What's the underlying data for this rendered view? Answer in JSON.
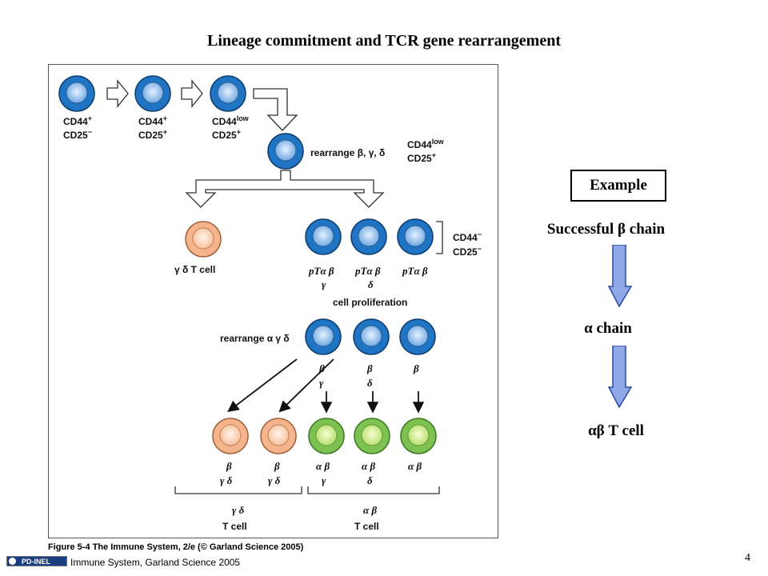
{
  "slide": {
    "title": "Lineage commitment and TCR gene rearrangement",
    "page_number": "4",
    "source": "Immune System, Garland Science 2005",
    "badge": "PD-INEL"
  },
  "figure": {
    "caption": "Figure 5-4  The Immune System, 2/e (© Garland Science 2005)",
    "stage_labels": [
      {
        "l1": "CD44",
        "s1": "+",
        "l2": "CD25",
        "s2": "−"
      },
      {
        "l1": "CD44",
        "s1": "+",
        "l2": "CD25",
        "s2": "+"
      },
      {
        "l1": "CD44",
        "s1": "low",
        "l2": "CD25",
        "s2": "+"
      }
    ],
    "rearrange_1": "rearrange β, γ, δ",
    "rearrange_1_marker": {
      "l1": "CD44",
      "s1": "low",
      "l2": "CD25",
      "s2": "+"
    },
    "gd_tcell_label": "γ δ T cell",
    "pta_labels": [
      {
        "main": "pTα β",
        "sub": "γ"
      },
      {
        "main": "pTα β",
        "sub": "δ"
      },
      {
        "main": "pTα β",
        "sub": ""
      }
    ],
    "bracket_marker": {
      "l1": "CD44",
      "s1": "−",
      "l2": "CD25",
      "s2": "−"
    },
    "cell_proliferation": "cell proliferation",
    "rearrange_2": "rearrange α γ δ",
    "mid_labels": [
      {
        "main": "β",
        "sub": "γ"
      },
      {
        "main": "β",
        "sub": "δ"
      },
      {
        "main": "β",
        "sub": ""
      }
    ],
    "final_labels": [
      {
        "main": "β",
        "sub": "γ δ"
      },
      {
        "main": "β",
        "sub": "γ δ"
      },
      {
        "main": "α β",
        "sub": "γ"
      },
      {
        "main": "α β",
        "sub": "δ"
      },
      {
        "main": "α β",
        "sub": ""
      }
    ],
    "group_gd": {
      "greek": "γ δ",
      "label": "T cell"
    },
    "group_ab": {
      "greek": "α β",
      "label": "T cell"
    }
  },
  "example": {
    "box_label": "Example",
    "step1": "Successful β chain",
    "step2": "α chain",
    "step3": "αβ T cell"
  },
  "colors": {
    "blue_cell": "#1f74c4",
    "blue_core": "#9cc6ee",
    "peach_cell": "#f5b48c",
    "peach_core": "#fde3cf",
    "green_cell": "#7cc152",
    "green_core": "#dff2a2",
    "arrow_fill": "#8ea8e8"
  }
}
